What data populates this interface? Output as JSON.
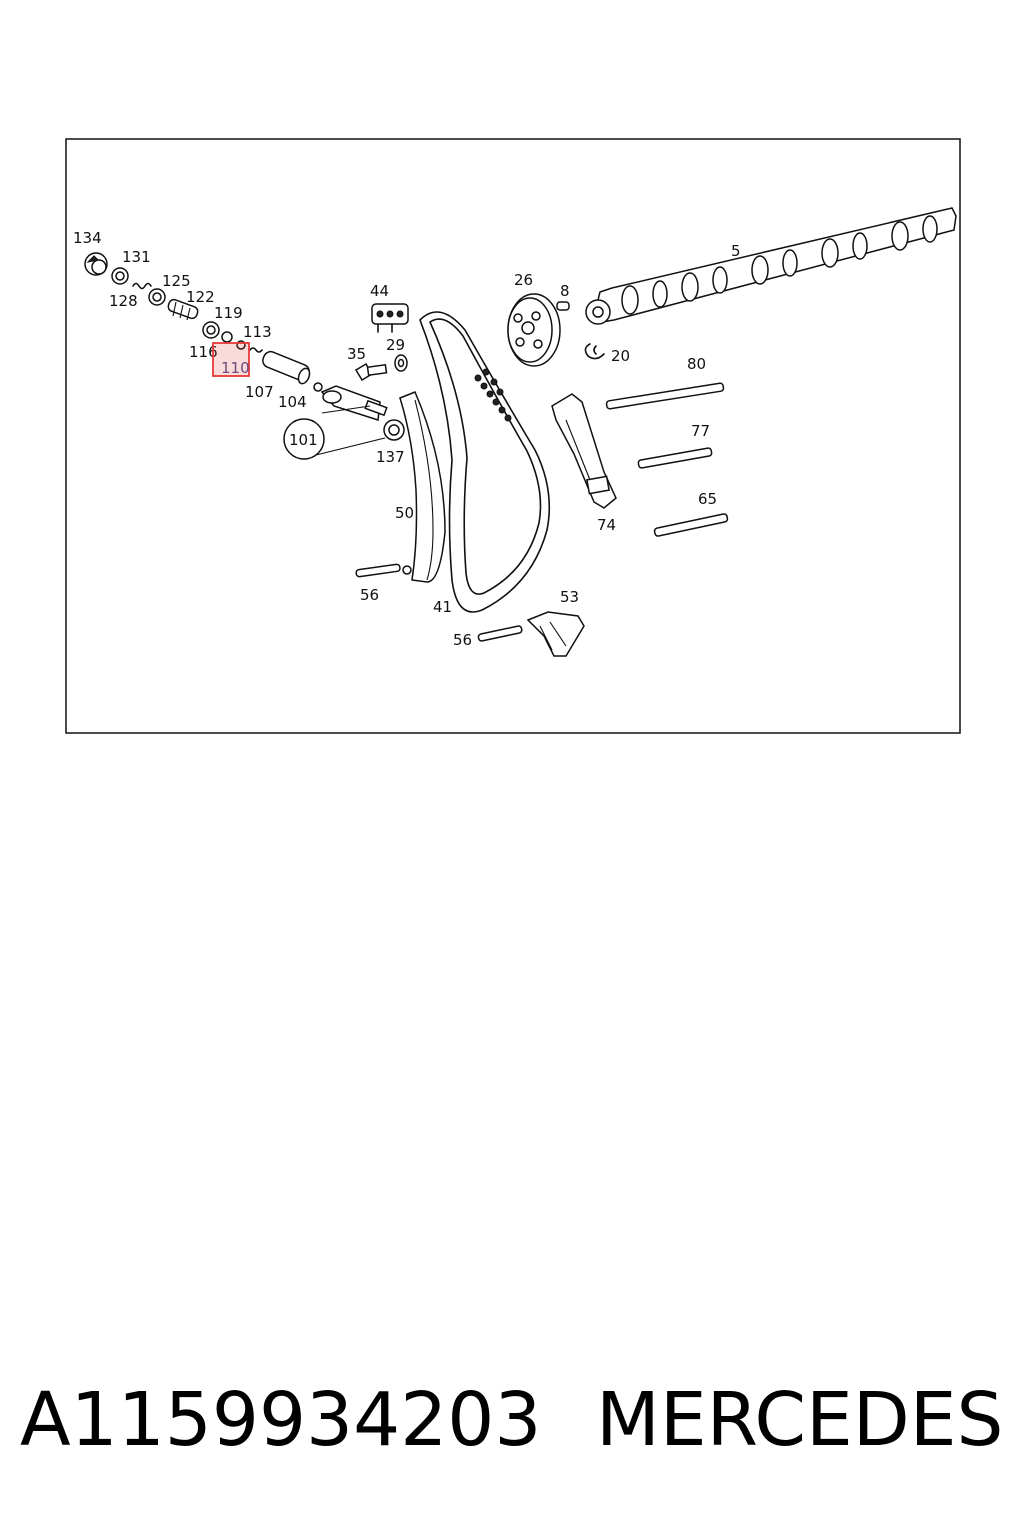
{
  "diagram": {
    "callouts": {
      "c134": "134",
      "c131": "131",
      "c128": "128",
      "c125": "125",
      "c122": "122",
      "c119": "119",
      "c116": "116",
      "c113": "113",
      "c110": "110",
      "c107": "107",
      "c104": "104",
      "c101": "101",
      "c137": "137",
      "c44": "44",
      "c35": "35",
      "c29": "29",
      "c26": "26",
      "c8": "8",
      "c20": "20",
      "c5": "5",
      "c80": "80",
      "c77": "77",
      "c74": "74",
      "c65": "65",
      "c50": "50",
      "c56a": "56",
      "c41": "41",
      "c53": "53",
      "c56b": "56"
    },
    "highlighted_callout": "110",
    "highlight_color": "#e53935"
  },
  "footer": {
    "part_number": "A1159934203",
    "brand": "MERCEDES"
  }
}
